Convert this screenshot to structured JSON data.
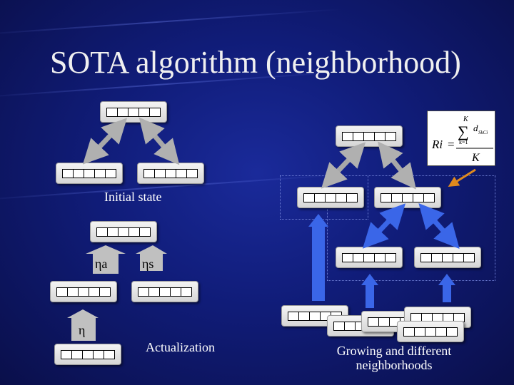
{
  "slide": {
    "title": "SOTA algorithm (neighborhood)",
    "captions": {
      "initial": "Initial state",
      "actualization": "Actualization",
      "growing_line1": "Growing and different",
      "growing_line2": "neighborhoods"
    },
    "eta_labels": {
      "ancestor": "ηa",
      "sister": "ηs",
      "cell": "η"
    },
    "formula": {
      "lhs": "Ri",
      "equals": "=",
      "sum_symbol": "∑",
      "upper_limit": "K",
      "lower_limit": "k=1",
      "summand": "d",
      "summand_sub": "SkCi",
      "denominator": "K"
    },
    "colors": {
      "background": "#101c78",
      "gray_arrow": "#a8a8a8",
      "blue_arrow": "#3a66e8",
      "pointer_arrow": "#e08a1e"
    }
  }
}
